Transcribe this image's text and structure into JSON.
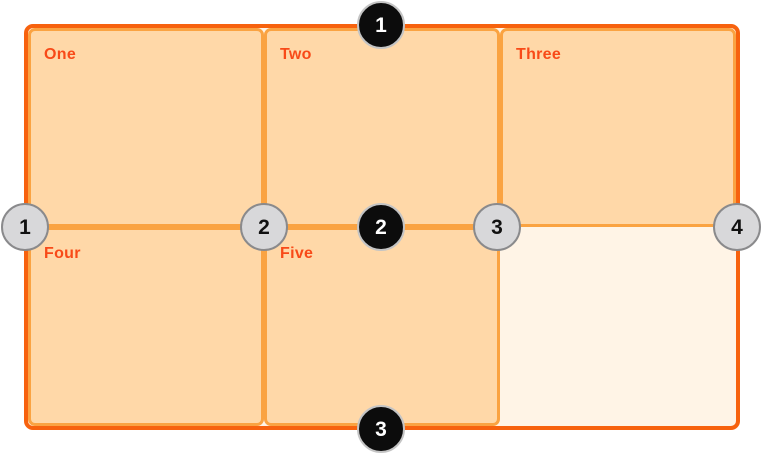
{
  "grid": {
    "cells": [
      {
        "label": "One"
      },
      {
        "label": "Two"
      },
      {
        "label": "Three"
      },
      {
        "label": "Four"
      },
      {
        "label": "Five"
      },
      {
        "label": ""
      }
    ]
  },
  "row_line_markers": [
    {
      "number": "1"
    },
    {
      "number": "2"
    },
    {
      "number": "3"
    }
  ],
  "column_line_markers": [
    {
      "number": "1"
    },
    {
      "number": "2"
    },
    {
      "number": "3"
    },
    {
      "number": "4"
    }
  ],
  "colors": {
    "page_bg": "#ffffff",
    "container_bg": "#fff4e6",
    "container_border": "#f7620e",
    "cell_bg": "#ffd8a8",
    "cell_border": "#faa342",
    "label_color": "#f84a18",
    "row_marker_bg": "#0c0c0c",
    "row_marker_text": "#ffffff",
    "row_marker_ring": "#c4c4c4",
    "col_marker_bg": "#d8d8da",
    "col_marker_text": "#111111",
    "col_marker_ring": "#8a8a8c"
  }
}
